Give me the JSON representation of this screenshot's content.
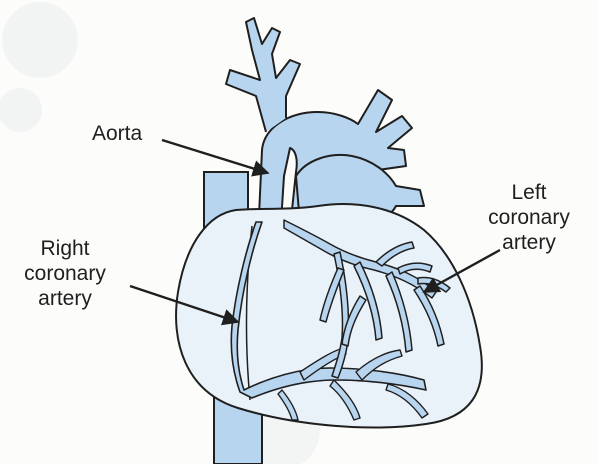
{
  "labels": {
    "aorta": "Aorta",
    "left_coronary": [
      "Left",
      "coronary",
      "artery"
    ],
    "right_coronary": [
      "Right",
      "coronary",
      "artery"
    ]
  },
  "colors": {
    "vessel_fill": "#b8d5ef",
    "heart_fill": "#eaf2f9",
    "outline": "#1f1f1f",
    "background": "#fcfcfb"
  },
  "icons": {
    "label_pointer": "arrow"
  }
}
